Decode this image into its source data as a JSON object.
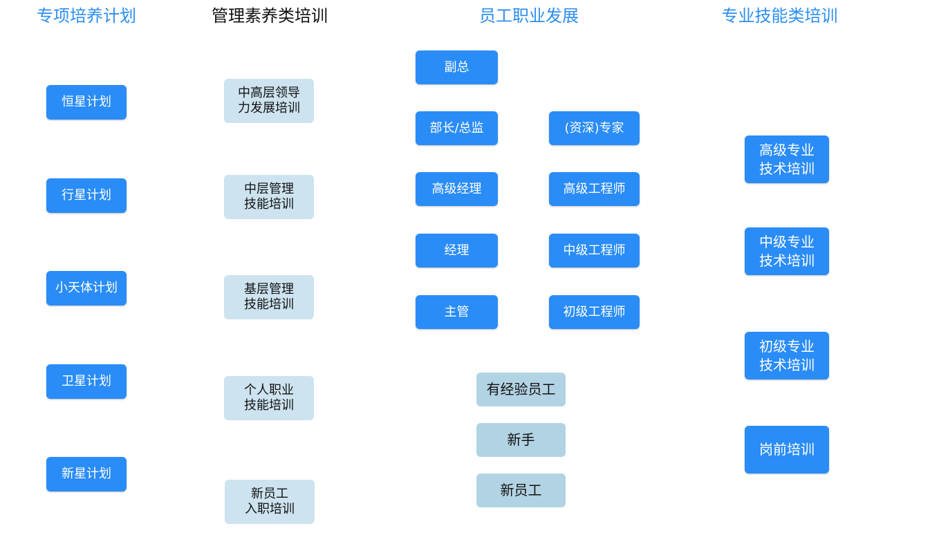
{
  "headers": {
    "special": "专项培养计划",
    "management": "管理素养类培训",
    "career": "员工职业发展",
    "skills": "专业技能类培训"
  },
  "special_plans": [
    "恒星计划",
    "行星计划",
    "小天体计划",
    "卫星计划",
    "新星计划"
  ],
  "management_training": [
    "中高层领导\n力发展培训",
    "中层管理\n技能培训",
    "基层管理\n技能培训",
    "个人职业\n技能培训",
    "新员工\n入职培训"
  ],
  "career": {
    "management_track": [
      "副总",
      "部长/总监",
      "高级经理",
      "经理",
      "主管"
    ],
    "technical_track": [
      "(资深)专家",
      "高级工程师",
      "中级工程师",
      "初级工程师"
    ],
    "entry_levels": [
      "有经验员工",
      "新手",
      "新员工"
    ]
  },
  "skills_training": [
    "高级专业\n技术培训",
    "中级专业\n技术培训",
    "初级专业\n技术培训",
    "岗前培训"
  ],
  "colors": {
    "header_blue": "#2b8ef0",
    "box_blue": "#2a8cf7",
    "box_pale": "#cde3ef",
    "box_gray": "#b2d3e3"
  }
}
